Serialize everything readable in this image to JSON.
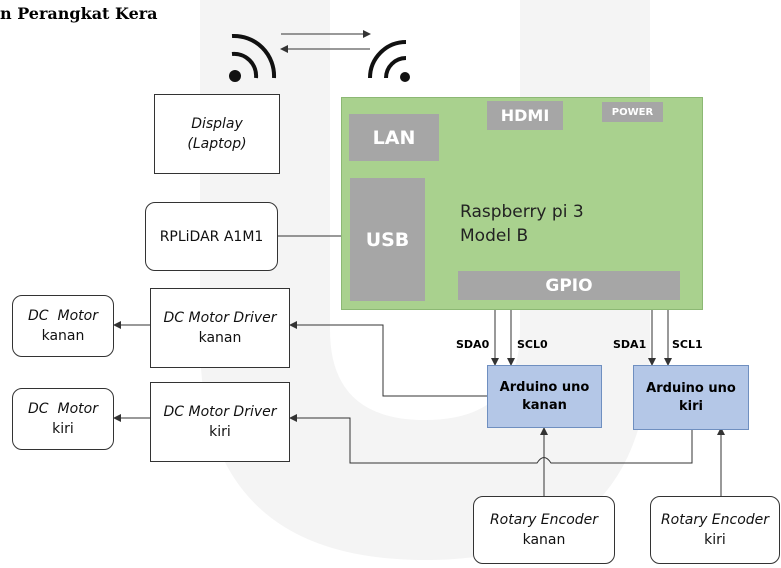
{
  "title": "n Perangkat Kera",
  "display": {
    "line1": "Display",
    "line2": "(Laptop)"
  },
  "rplidar": {
    "label": "RPLiDAR A1M1"
  },
  "rpi": {
    "line1": "Raspberry pi 3",
    "line2": "Model B",
    "lan": "LAN",
    "hdmi": "HDMI",
    "power": "POWER",
    "usb": "USB",
    "gpio": "GPIO"
  },
  "pins": {
    "sda0": "SDA0",
    "scl0": "SCL0",
    "sda1": "SDA1",
    "scl1": "SCL1"
  },
  "motor_kanan": {
    "word1": "DC",
    "word2": "Motor",
    "side": "kanan"
  },
  "motor_kiri": {
    "word1": "DC",
    "word2": "Motor",
    "side": "kiri"
  },
  "driver_kanan": {
    "line1": "DC Motor Driver",
    "line2": "kanan"
  },
  "driver_kiri": {
    "line1": "DC Motor Driver",
    "line2": "kiri"
  },
  "arduino_kanan": {
    "line1": "Arduino uno",
    "line2": "kanan"
  },
  "arduino_kiri": {
    "line1": "Arduino uno",
    "line2": "kiri"
  },
  "encoder_kanan": {
    "line1": "Rotary Encoder",
    "line2": "kanan"
  },
  "encoder_kiri": {
    "line1": "Rotary Encoder",
    "line2": "kiri"
  },
  "colors": {
    "board": "#a9d18e",
    "port": "#a6a6a6",
    "arduino": "#b4c7e7",
    "watermark": "#f2f2f2"
  }
}
